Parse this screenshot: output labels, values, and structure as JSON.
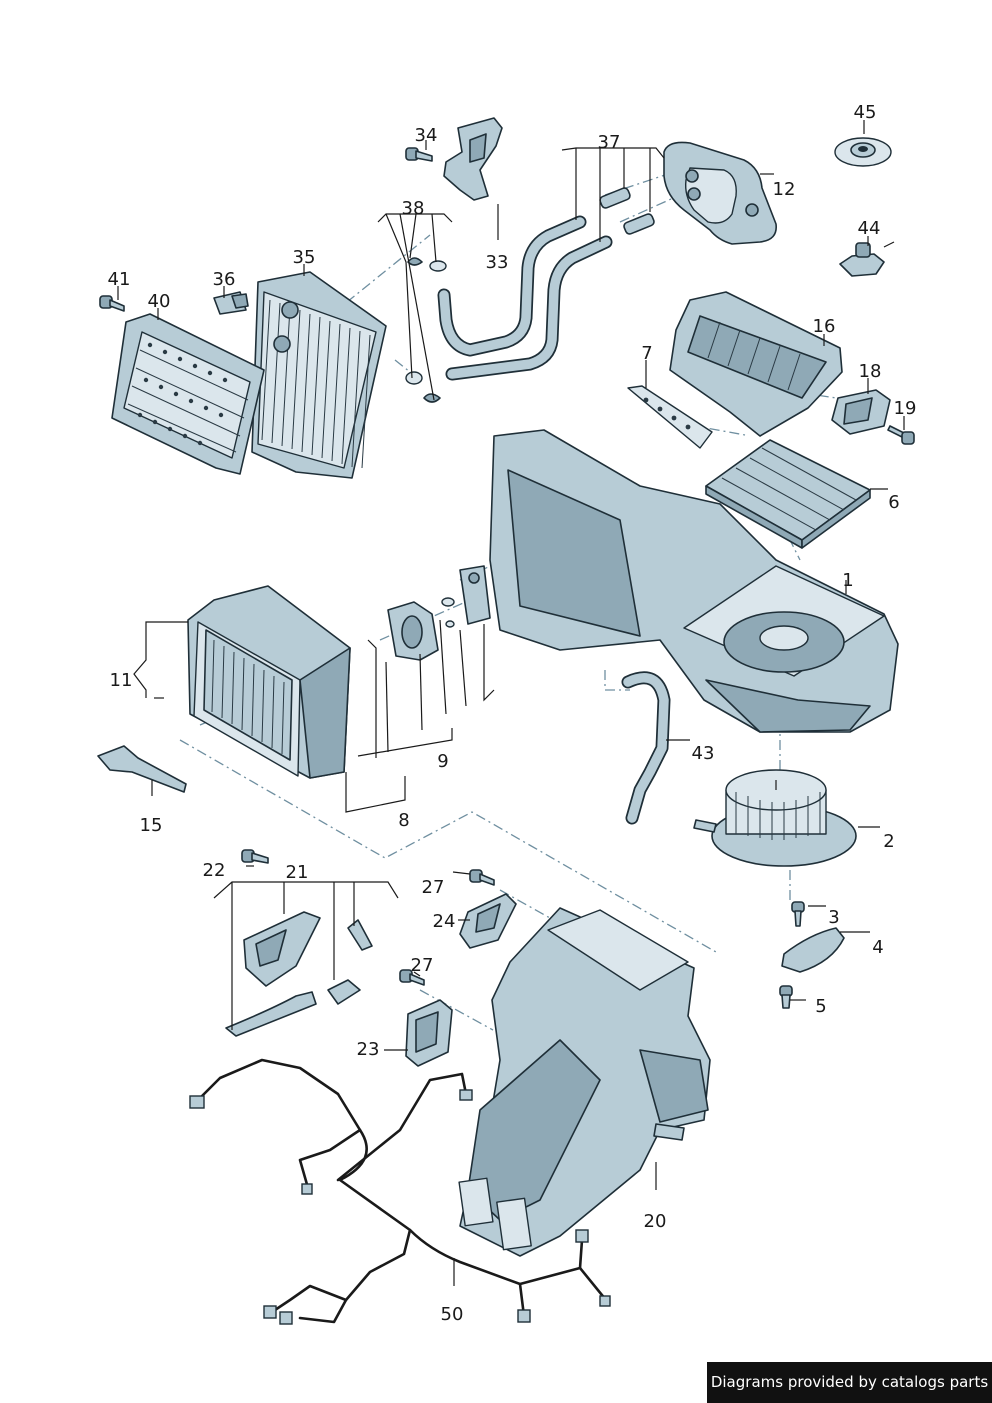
{
  "diagram": {
    "labels": {
      "p1": "1",
      "p2": "2",
      "p3": "3",
      "p4": "4",
      "p5": "5",
      "p6": "6",
      "p7": "7",
      "p8": "8",
      "p9": "9",
      "p11": "11",
      "p12": "12",
      "p15": "15",
      "p16": "16",
      "p18": "18",
      "p19": "19",
      "p20": "20",
      "p21": "21",
      "p22": "22",
      "p23": "23",
      "p24": "24",
      "p27a": "27",
      "p27b": "27",
      "p33": "33",
      "p34": "34",
      "p35": "35",
      "p36": "36",
      "p37": "37",
      "p38": "38",
      "p40": "40",
      "p41": "41",
      "p43": "43",
      "p44": "44",
      "p45": "45",
      "p50": "50"
    }
  },
  "footer": {
    "text": "Diagrams provided by catalogs parts"
  },
  "colors": {
    "part_fill": "#b7ccd6",
    "outline": "#1f2f38",
    "dash_line": "#6f8fa0",
    "footer_bg": "#111111"
  }
}
